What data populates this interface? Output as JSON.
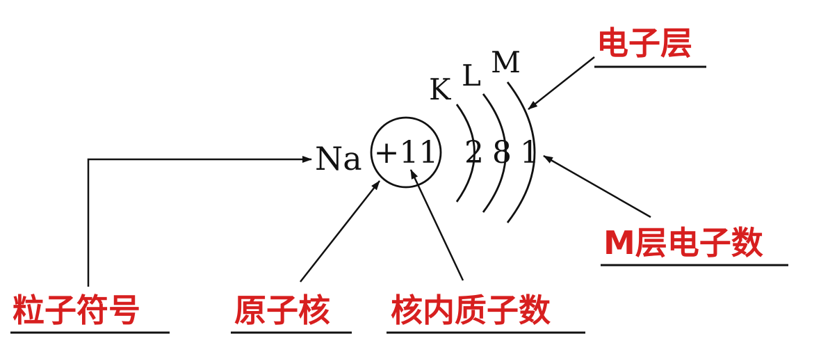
{
  "diagram": {
    "element_symbol": "Na",
    "nucleus_charge": "+11",
    "shell_letters": [
      "K",
      "L",
      "M"
    ],
    "shell_electrons": [
      "2",
      "8",
      "1"
    ],
    "labels": {
      "particle_symbol": "粒子符号",
      "nucleus": "原子核",
      "proton_count": "核内质子数",
      "electron_shell": "电子层",
      "m_shell_electrons": "M层电子数"
    },
    "label_color": "#d71f1f"
  }
}
